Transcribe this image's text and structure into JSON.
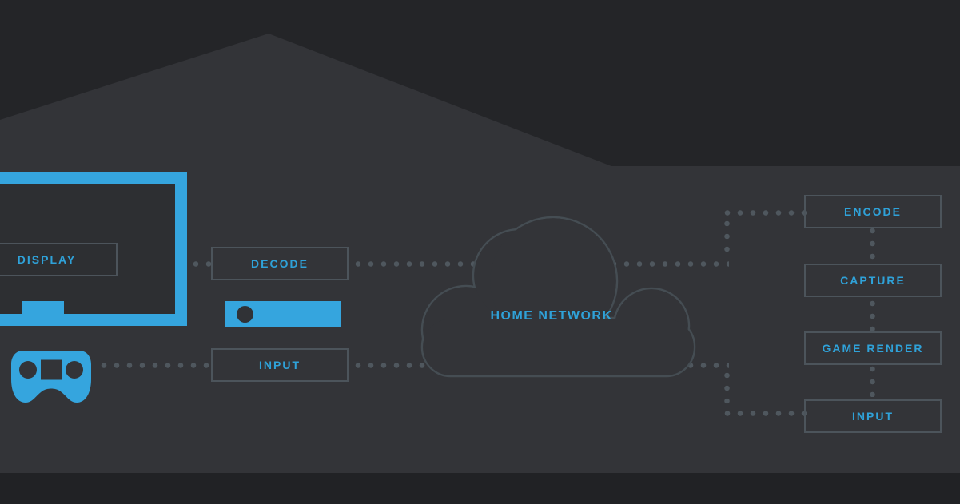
{
  "colors": {
    "background": "#242528",
    "ground": "#212225",
    "house": "#333438",
    "accent": "#35a5de",
    "label_blue": "#2fa2d9",
    "box_border": "#4c545b",
    "dot": "#4f575e",
    "cloud_stroke": "#454d53",
    "screen": "#2d2f32",
    "dark_detail": "#303236"
  },
  "client": {
    "display_label": "DISPLAY",
    "decode_label": "DECODE",
    "input_label": "INPUT"
  },
  "network": {
    "label": "HOME NETWORK"
  },
  "host": {
    "steps": [
      {
        "label": "ENCODE"
      },
      {
        "label": "CAPTURE"
      },
      {
        "label": "GAME RENDER"
      },
      {
        "label": "INPUT"
      }
    ]
  },
  "icons": {
    "tv_icon": "css-rect-frame-with-stand",
    "game_controller_icon": "inline-svg-shape",
    "streaming_device_icon": "css-rect-with-circle",
    "cloud_icon": "inline-svg-outline"
  }
}
